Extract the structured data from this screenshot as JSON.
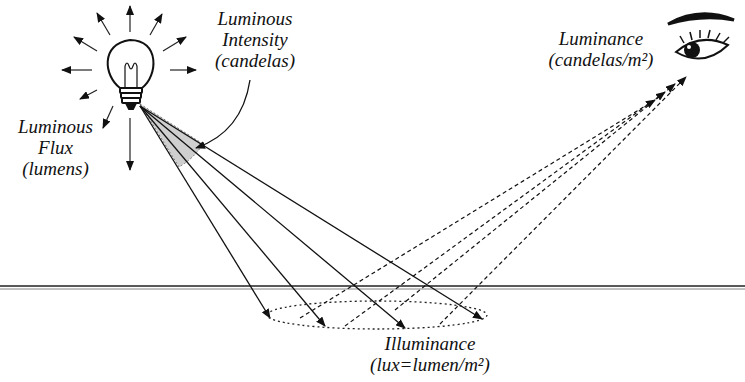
{
  "diagram": {
    "labels": [
      "Luminous Flux (lumens)",
      "Luminous Intensity (candelas)",
      "Luminance (candelas/m²)",
      "Illuminance (lux=lumen/m²)"
    ]
  }
}
